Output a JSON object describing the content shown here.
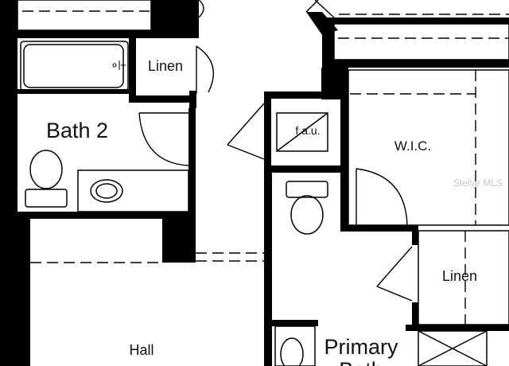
{
  "rooms": {
    "linen_upper": "Linen",
    "bath2": "Bath 2",
    "fau": "f.a.u.",
    "wic": "W.I.C.",
    "linen_lower": "Linen",
    "hall": "Hall",
    "primary_bath_line1": "Primary",
    "primary_bath_line2": "Bath"
  },
  "watermark": "Stellar MLS"
}
